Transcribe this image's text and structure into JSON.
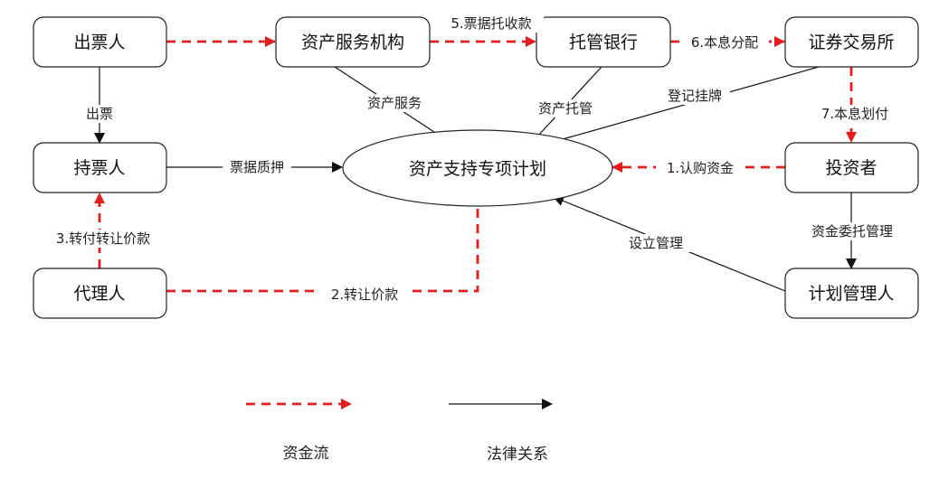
{
  "colors": {
    "money_flow": "#e01e1e",
    "legal": "#111111"
  },
  "nodes": {
    "issuer": "出票人",
    "service_agency": "资产服务机构",
    "custodian_bank": "托管银行",
    "exchange": "证券交易所",
    "holder": "持票人",
    "plan": "资产支持专项计划",
    "investor": "投资者",
    "agent": "代理人",
    "manager": "计划管理人"
  },
  "edges": {
    "issue": "出票",
    "pledge": "票据质押",
    "asset_service": "资产服务",
    "asset_custody": "资产托管",
    "listing": "登记挂牌",
    "setup_management": "设立管理",
    "fund_entrust": "资金委托管理",
    "subscribe": "1.认购资金",
    "transfer_price": "2.转让价款",
    "pay_transfer_price": "3.转付转让价款",
    "collection": "5.票据托收款",
    "distribution": "6.本息分配",
    "allocation": "7.本息划付"
  },
  "legend": {
    "money_flow": "资金流",
    "legal": "法律关系"
  }
}
